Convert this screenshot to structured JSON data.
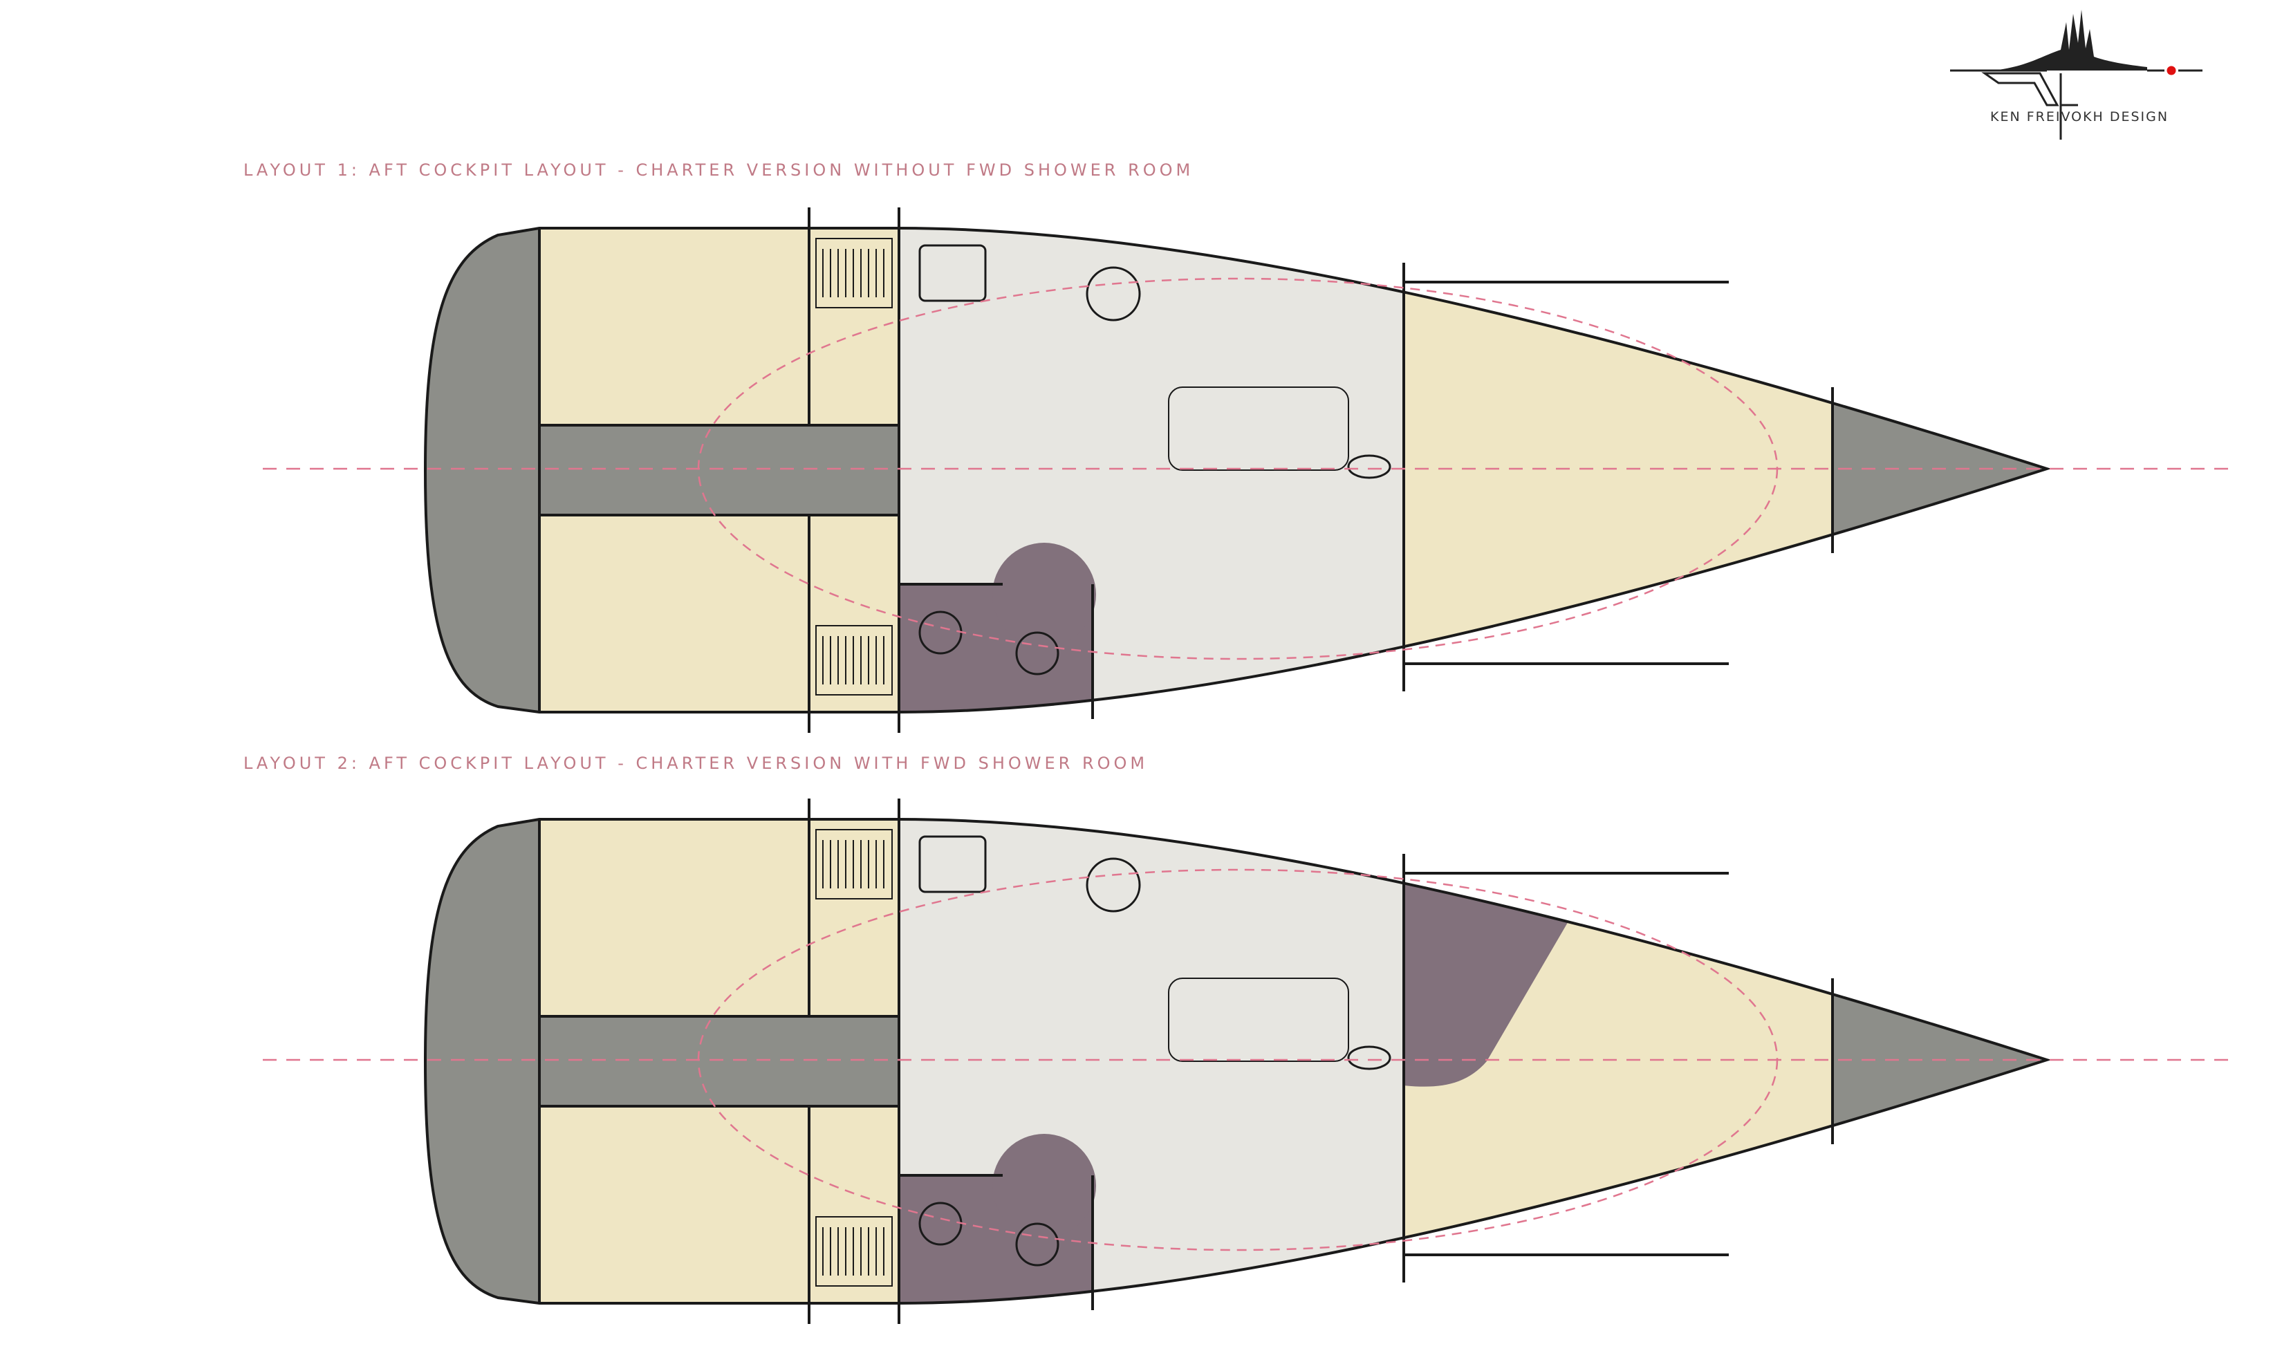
{
  "layouts": [
    {
      "caption": "Layout 1: Aft cockpit layout - Charter version without FWD shower room",
      "fwd_shower_room": false
    },
    {
      "caption": "Layout 2: Aft cockpit layout - Charter version with FWD shower room",
      "fwd_shower_room": true
    }
  ],
  "brand": {
    "name": "Ken Freivokh Design"
  },
  "colors": {
    "cabin": "#efe6c4",
    "saloon": "#e7e6e1",
    "head": "#82717c",
    "structure": "#8d8e89",
    "outline": "#1a1a1a",
    "centerline": "#e0768f",
    "brand_dot": "#e01010"
  }
}
